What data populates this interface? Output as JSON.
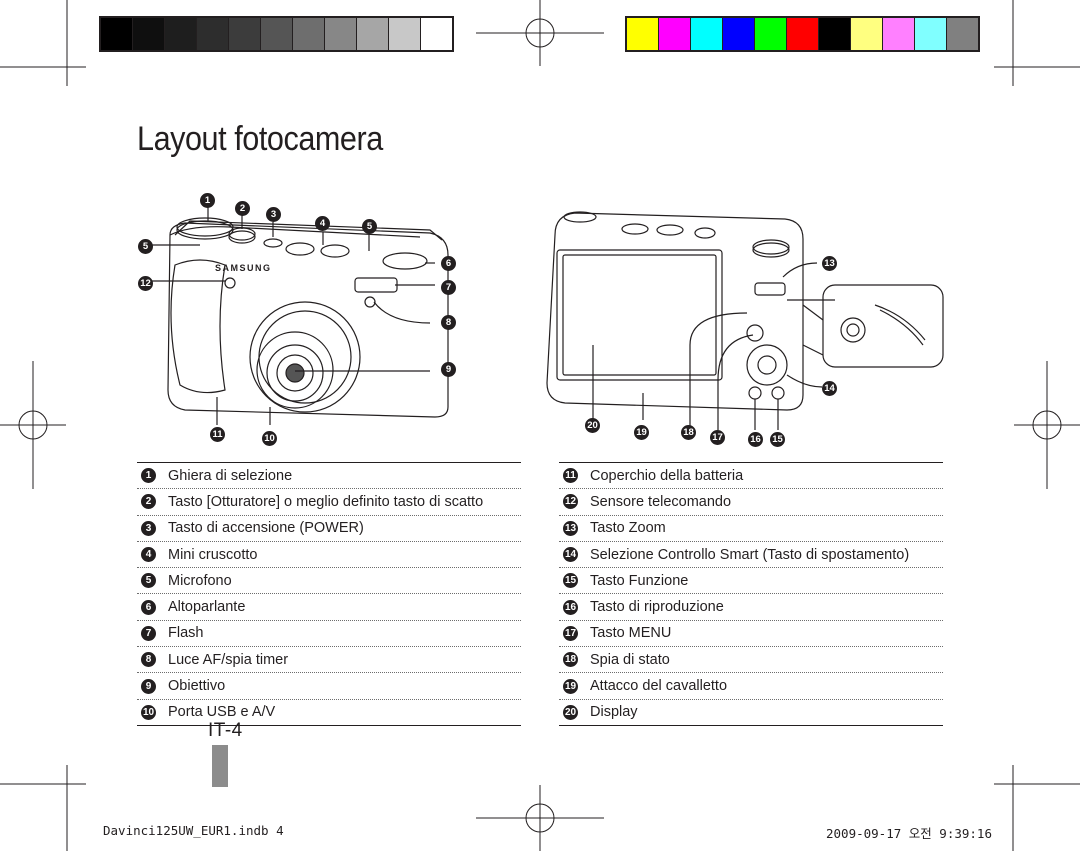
{
  "page": {
    "title": "Layout fotocamera",
    "page_number": "IT-4",
    "footer_left": "Davinci125UW_EUR1.indb   4",
    "footer_right": "2009-09-17   오전 9:39:16"
  },
  "colors": {
    "calibration_gray": [
      "#000000",
      "#0f0f0f",
      "#1e1e1e",
      "#2d2d2d",
      "#3c3c3c",
      "#555555",
      "#6e6e6e",
      "#878787",
      "#a6a6a6",
      "#c8c8c8",
      "#ffffff"
    ],
    "calibration_color": [
      "#ffff00",
      "#ff00ff",
      "#00ffff",
      "#0000ff",
      "#00ff00",
      "#ff0000",
      "#000000",
      "#ffff80",
      "#ff80ff",
      "#80ffff",
      "#808080"
    ]
  },
  "camera": {
    "brand_logo": "SAMSUNG"
  },
  "legend_left": [
    {
      "num": "1",
      "label": "Ghiera di selezione"
    },
    {
      "num": "2",
      "label": "Tasto [Otturatore] o meglio definito tasto di scatto"
    },
    {
      "num": "3",
      "label": "Tasto di accensione (POWER)"
    },
    {
      "num": "4",
      "label": "Mini cruscotto"
    },
    {
      "num": "5",
      "label": "Microfono"
    },
    {
      "num": "6",
      "label": "Altoparlante"
    },
    {
      "num": "7",
      "label": "Flash"
    },
    {
      "num": "8",
      "label": "Luce AF/spia timer"
    },
    {
      "num": "9",
      "label": "Obiettivo"
    },
    {
      "num": "10",
      "label": "Porta USB e A/V"
    }
  ],
  "legend_right": [
    {
      "num": "11",
      "label": "Coperchio della batteria"
    },
    {
      "num": "12",
      "label": "Sensore telecomando"
    },
    {
      "num": "13",
      "label": "Tasto Zoom"
    },
    {
      "num": "14",
      "label": "Selezione Controllo Smart (Tasto di spostamento)"
    },
    {
      "num": "15",
      "label": "Tasto Funzione"
    },
    {
      "num": "16",
      "label": "Tasto di riproduzione"
    },
    {
      "num": "17",
      "label": "Tasto MENU"
    },
    {
      "num": "18",
      "label": "Spia di stato"
    },
    {
      "num": "19",
      "label": "Attacco del cavalletto"
    },
    {
      "num": "20",
      "label": "Display"
    }
  ]
}
